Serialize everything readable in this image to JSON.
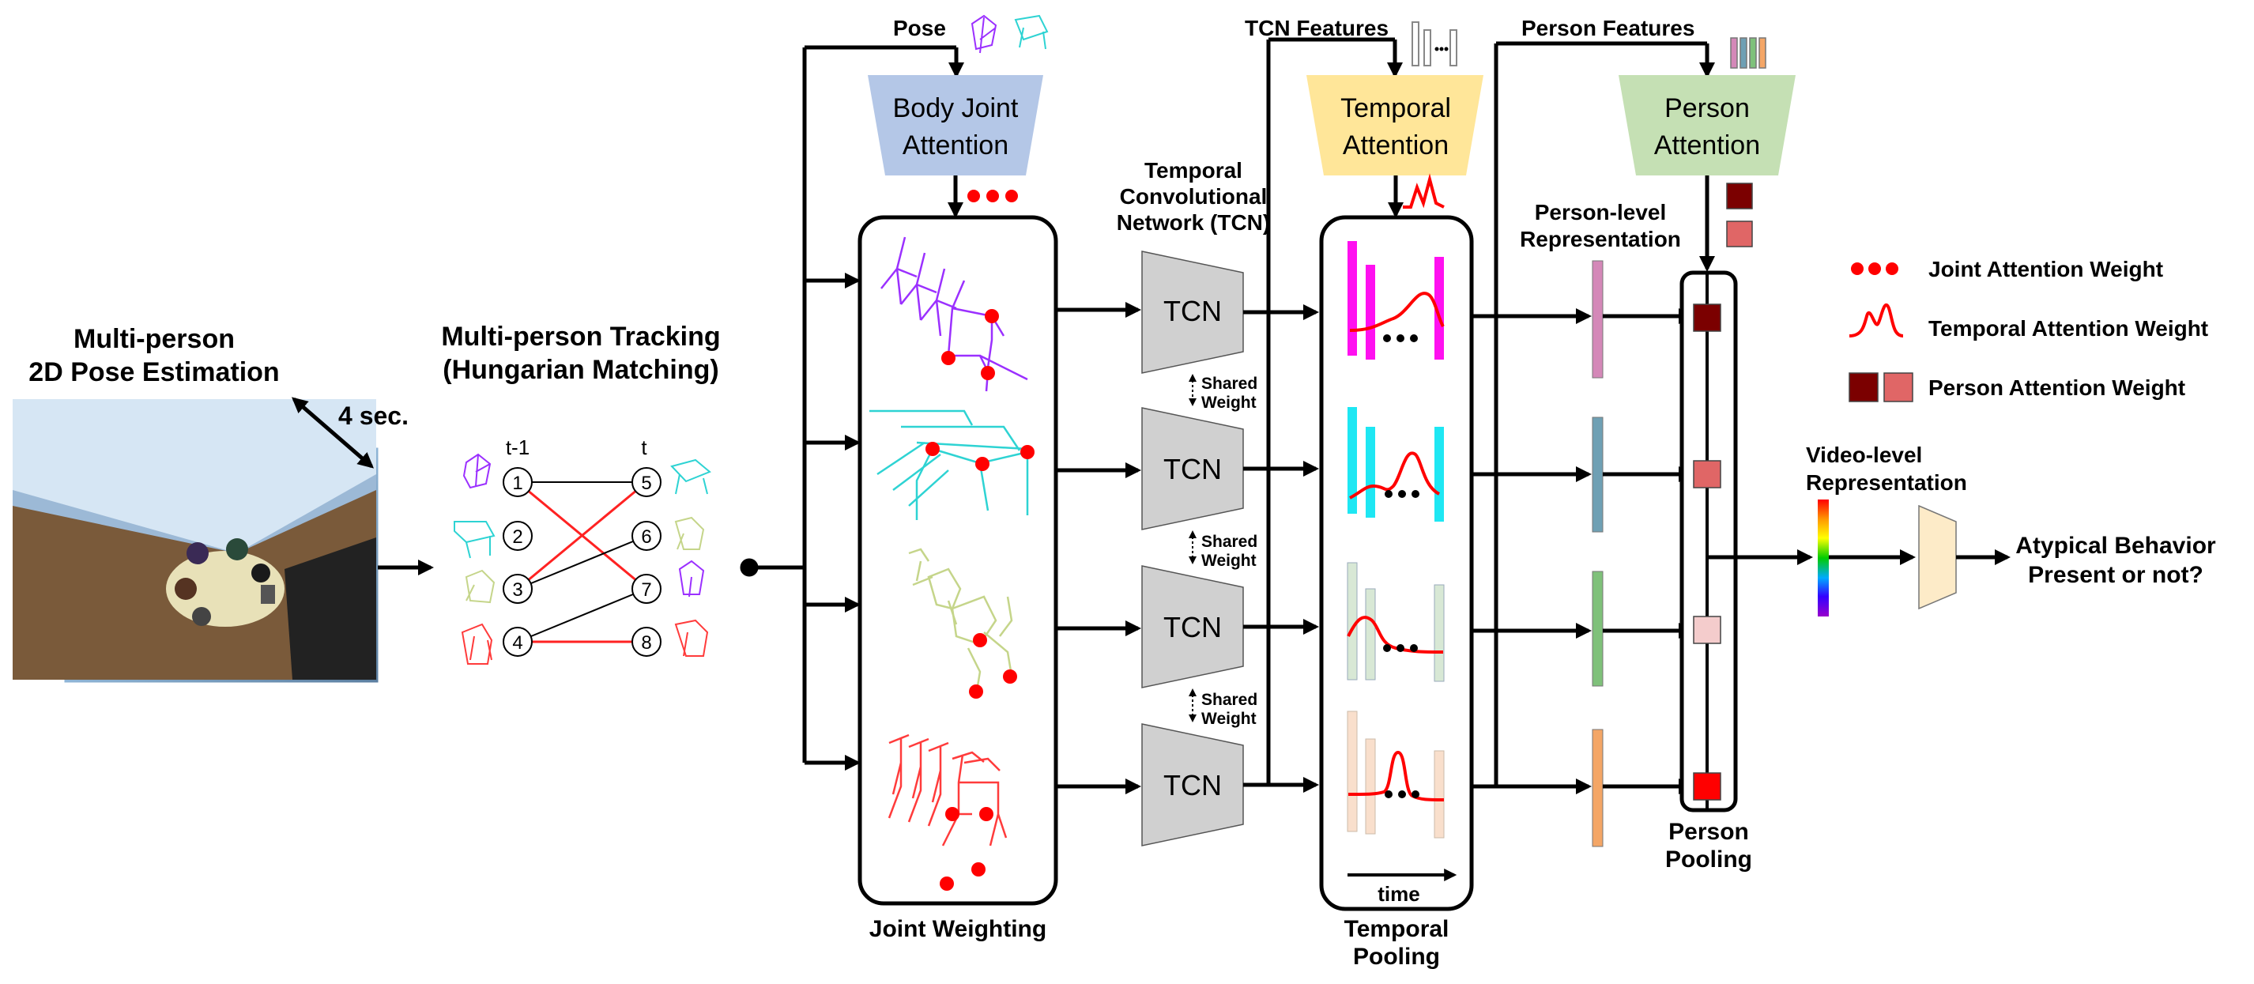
{
  "input": {
    "title_line1": "Multi-person",
    "title_line2": "2D Pose Estimation",
    "duration": "4 sec."
  },
  "tracking": {
    "title_line1": "Multi-person Tracking",
    "title_line2": "(Hungarian Matching)",
    "prev_label": "t-1",
    "curr_label": "t",
    "prev_nodes": [
      "1",
      "2",
      "3",
      "4"
    ],
    "curr_nodes": [
      "5",
      "6",
      "7",
      "8"
    ]
  },
  "body_joint_attention": {
    "top_label": "Pose",
    "line1": "Body Joint",
    "line2": "Attention",
    "color": "#b4c7e7"
  },
  "joint_weighting": {
    "label": "Joint Weighting"
  },
  "tcn": {
    "title_line1": "Temporal",
    "title_line2": "Convolutional",
    "title_line3": "Network (TCN)",
    "block_label": "TCN",
    "shared_line1": "Shared",
    "shared_line2": "Weight"
  },
  "temporal_attention": {
    "top_label": "TCN Features",
    "line1": "Temporal",
    "line2": "Attention",
    "color": "#ffe699"
  },
  "temporal_pooling": {
    "line1": "Temporal",
    "line2": "Pooling",
    "time_label": "time"
  },
  "person_level": {
    "line1": "Person-level",
    "line2": "Representation"
  },
  "person_attention": {
    "top_label": "Person Features",
    "line1": "Person",
    "line2": "Attention",
    "color": "#c5e0b4"
  },
  "person_pooling": {
    "line1": "Person",
    "line2": "Pooling"
  },
  "legend": {
    "joint": "Joint Attention Weight",
    "temporal": "Temporal Attention Weight",
    "person": "Person Attention Weight"
  },
  "video_level": {
    "line1": "Video-level",
    "line2": "Representation"
  },
  "output": {
    "line1": "Atypical Behavior",
    "line2": "Present or not?"
  },
  "colors": {
    "attention_dot": "#ff0000",
    "person_weight_dark": "#7b0000",
    "person_weight_light": "#e06666",
    "tcn_block": "#d0d0d0",
    "classifier": "#fdebc8",
    "track_purple": "#9b30ff",
    "track_cyan": "#2ed3d3",
    "track_olive": "#c5d58a",
    "track_red": "#ff3b3b"
  }
}
